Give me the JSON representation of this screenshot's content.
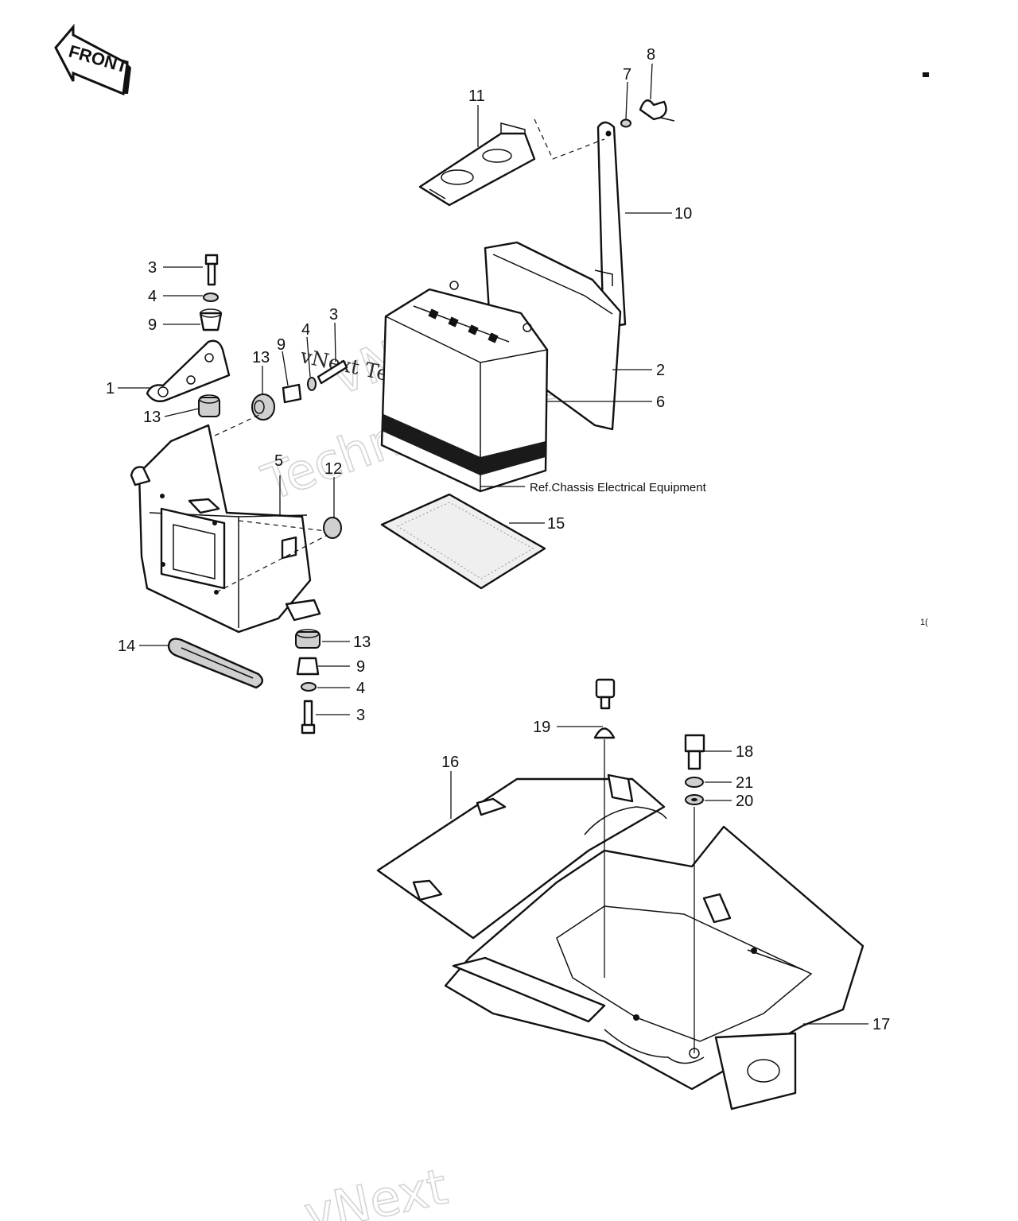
{
  "front_badge": {
    "label": "FRONT"
  },
  "reference_note": "Ref.Chassis Electrical Equipment",
  "watermarks": {
    "line1": "vNext",
    "line2": "Technologies",
    "overlay": "vNext Technologies",
    "bottom": "vNext"
  },
  "edge_mark": "1(",
  "callouts": {
    "c1": "1",
    "c2": "2",
    "c3a": "3",
    "c3b": "3",
    "c3c": "3",
    "c4a": "4",
    "c4b": "4",
    "c4c": "4",
    "c5": "5",
    "c6": "6",
    "c7": "7",
    "c8": "8",
    "c9a": "9",
    "c9b": "9",
    "c9c": "9",
    "c10": "10",
    "c11": "11",
    "c12": "12",
    "c13a": "13",
    "c13b": "13",
    "c13c": "13",
    "c14": "14",
    "c15": "15",
    "c16": "16",
    "c17": "17",
    "c18": "18",
    "c19": "19",
    "c20": "20",
    "c21": "21"
  }
}
